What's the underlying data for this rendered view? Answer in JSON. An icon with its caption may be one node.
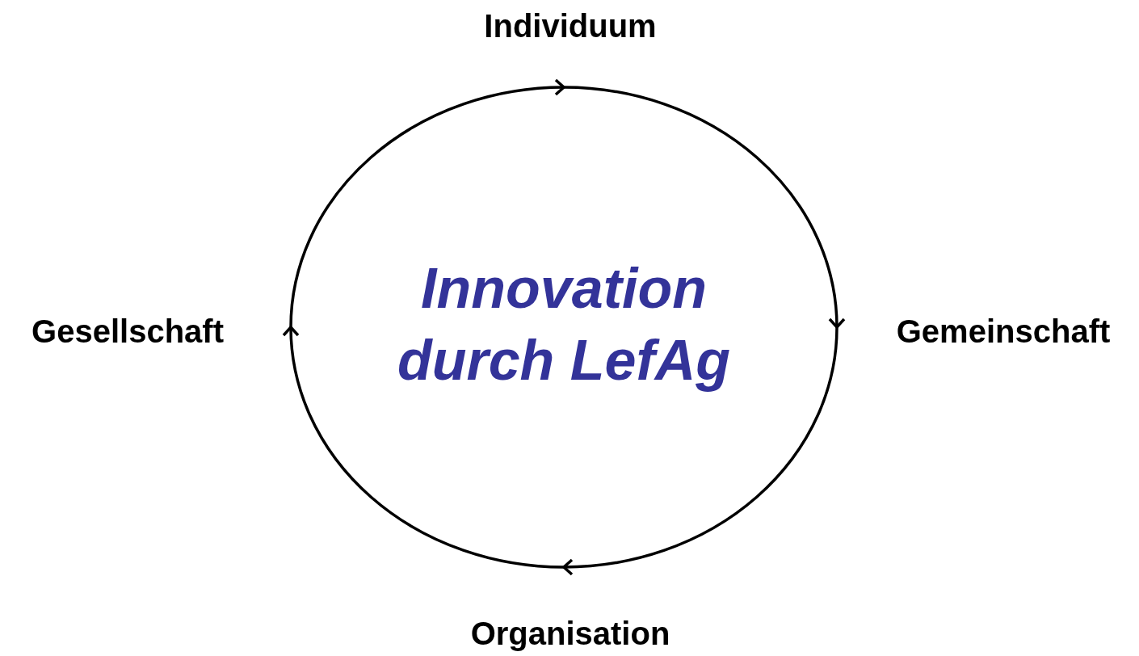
{
  "diagram": {
    "nodes": [
      {
        "text": [
          "Individuum"
        ]
      },
      {
        "text": [
          "Gemeinschaft"
        ]
      },
      {
        "text": [
          "Organisation"
        ]
      },
      {
        "text": [
          "Gesellschaft"
        ]
      }
    ],
    "edges": [
      {
        "from": 0,
        "to": 1,
        "arrow": "to"
      },
      {
        "from": 1,
        "to": 2,
        "arrow": "to"
      },
      {
        "from": 2,
        "to": 3,
        "arrow": "to"
      },
      {
        "from": 3,
        "to": 0,
        "arrow": "to"
      }
    ],
    "labels": [
      "Innovation durch LefAg"
    ]
  }
}
